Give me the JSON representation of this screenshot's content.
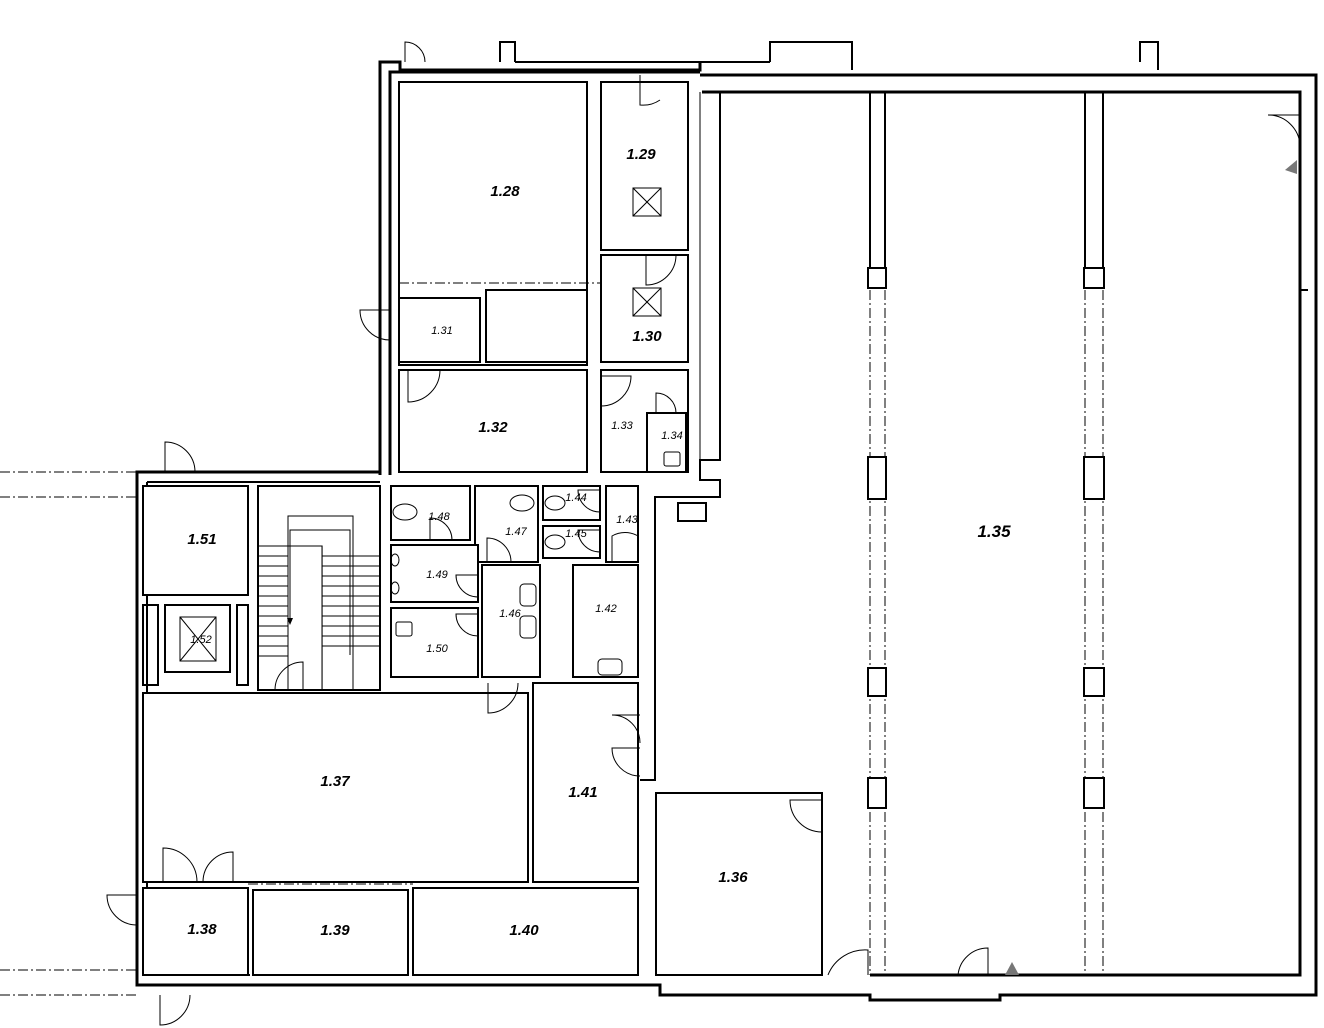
{
  "plan": {
    "rooms": {
      "r128": "1.28",
      "r129": "1.29",
      "r130": "1.30",
      "r131": "1.31",
      "r132": "1.32",
      "r133": "1.33",
      "r134": "1.34",
      "r135": "1.35",
      "r136": "1.36",
      "r137": "1.37",
      "r138": "1.38",
      "r139": "1.39",
      "r140": "1.40",
      "r141": "1.41",
      "r142": "1.42",
      "r143": "1.43",
      "r144": "1.44",
      "r145": "1.45",
      "r146": "1.46",
      "r147": "1.47",
      "r148": "1.48",
      "r149": "1.49",
      "r150": "1.50",
      "r151": "1.51",
      "r152": "1.52"
    }
  }
}
